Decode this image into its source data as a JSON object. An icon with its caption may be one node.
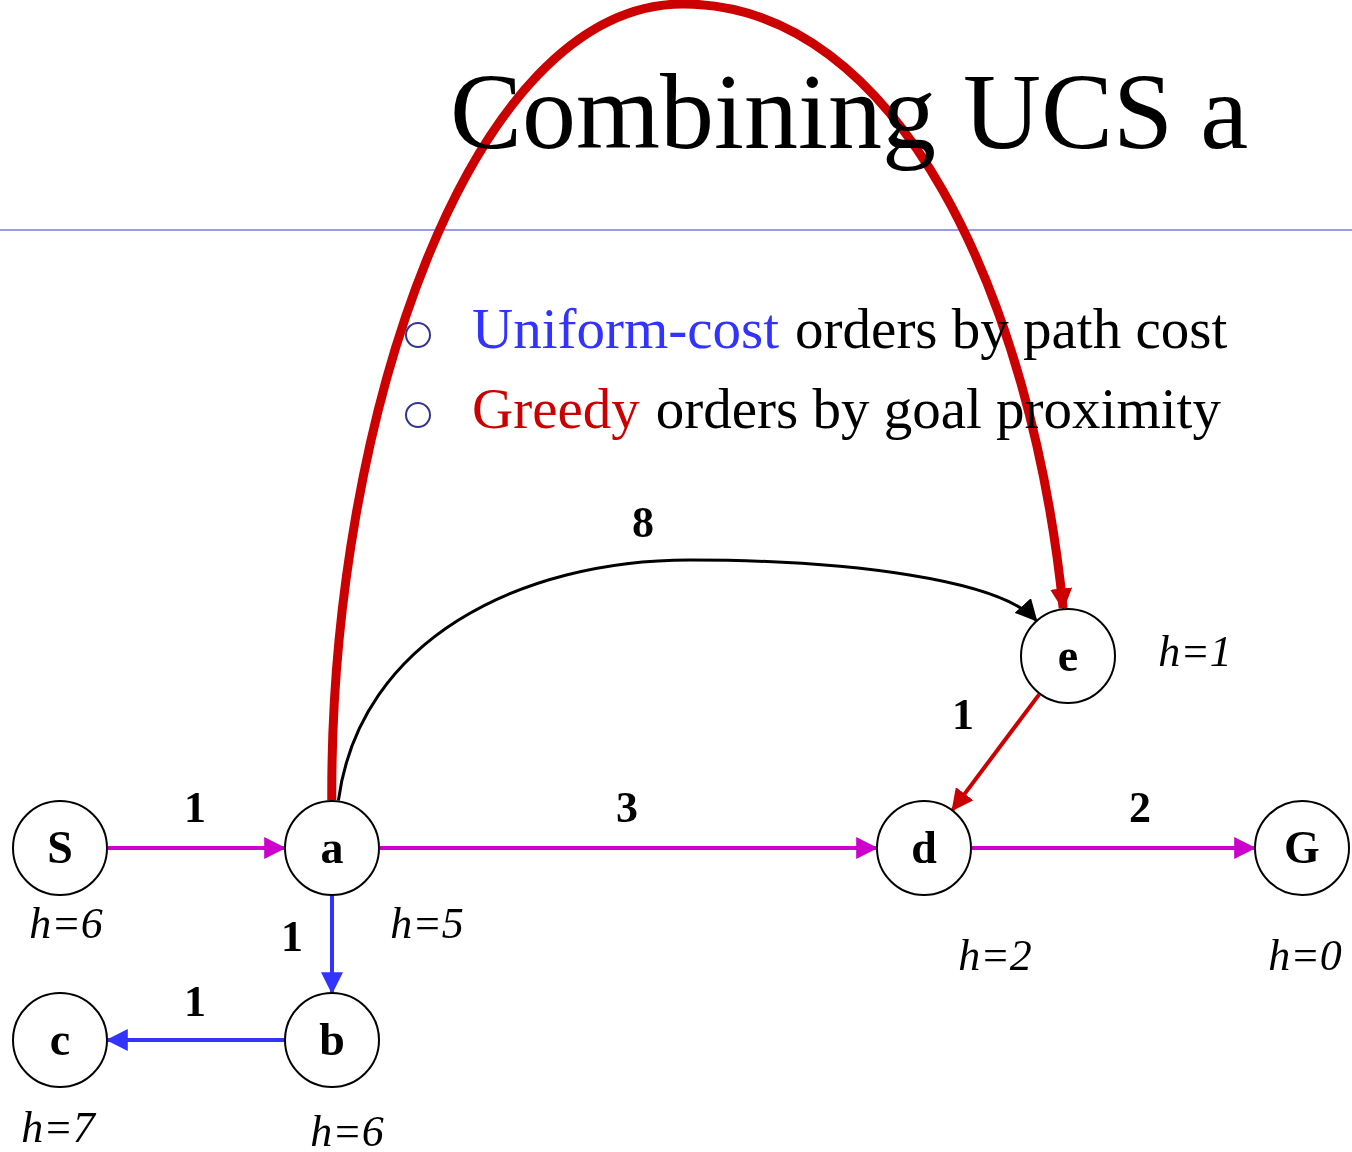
{
  "diagram": {
    "title": "Combining UCS a",
    "nodes": [
      {
        "text": [
          "S"
        ],
        "beside": [
          "h=6"
        ]
      },
      {
        "text": [
          "a"
        ],
        "beside": [
          "h=5"
        ]
      },
      {
        "text": [
          "b"
        ],
        "beside": [
          "h=6"
        ]
      },
      {
        "text": [
          "c"
        ],
        "beside": [
          "h=7"
        ]
      },
      {
        "text": [
          "d"
        ],
        "beside": [
          "h=2"
        ]
      },
      {
        "text": [
          "e"
        ],
        "beside": [
          "h=1"
        ]
      },
      {
        "text": [
          "G"
        ],
        "beside": [
          "h=0"
        ]
      }
    ],
    "edges": [
      {
        "from": 0,
        "to": 1,
        "arrow": "to",
        "label": "1"
      },
      {
        "from": 1,
        "to": 4,
        "arrow": "to",
        "label": "3"
      },
      {
        "from": 4,
        "to": 6,
        "arrow": "to",
        "label": "2"
      },
      {
        "from": 1,
        "to": 2,
        "arrow": "to",
        "label": "1",
        "color": "#3333ff"
      },
      {
        "from": 2,
        "to": 3,
        "arrow": "to",
        "label": "1",
        "color": "#3333ff"
      },
      {
        "from": 1,
        "to": 5,
        "arrow": "to",
        "label": "8",
        "color": "#000000"
      },
      {
        "from": 1,
        "to": 5,
        "arrow": "to",
        "style": "thick",
        "color": "#cc0000"
      },
      {
        "from": 5,
        "to": 4,
        "arrow": "to",
        "label": "1",
        "color": "#cc0000"
      }
    ],
    "labels": [
      "Uniform-cost",
      "orders by path cost",
      "Greedy",
      "orders by goal proximity"
    ]
  }
}
